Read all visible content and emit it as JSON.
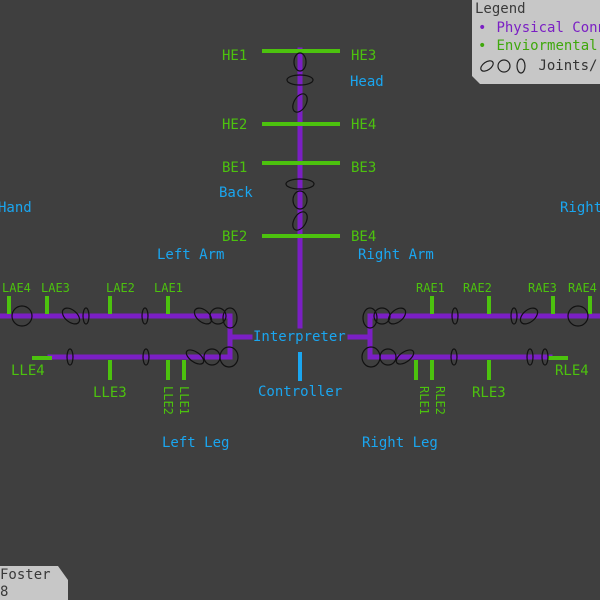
{
  "legend": {
    "title": "Legend",
    "physical": "Physical Conn",
    "environmental": "Enviormental",
    "joints": "Joints/",
    "bullet": "•",
    "colors": {
      "physical": "#7b1fc4",
      "environmental": "#4cc20e",
      "joints": "#1a1a1a"
    }
  },
  "footer": {
    "line1": "Foster",
    "line2": "8"
  },
  "groups": {
    "head": "Head",
    "back": "Back",
    "left_arm": "Left Arm",
    "right_arm": "Right Arm",
    "left_leg": "Left Leg",
    "right_leg": "Right Leg",
    "left_hand": "Hand",
    "right_hand": "Right",
    "interpreter": "Interpreter",
    "controller": "Controller"
  },
  "sensors": {
    "he1": "HE1",
    "he3": "HE3",
    "he2": "HE2",
    "he4": "HE4",
    "be1": "BE1",
    "be3": "BE3",
    "be2": "BE2",
    "be4": "BE4",
    "lae1": "LAE1",
    "lae2": "LAE2",
    "lae3": "LAE3",
    "lae4": "LAE4",
    "rae1": "RAE1",
    "rae2": "RAE2",
    "rae3": "RAE3",
    "rae4": "RAE4",
    "lle1": "LLE1",
    "lle2": "LLE2",
    "lle3": "LLE3",
    "lle4": "LLE4",
    "rle1": "RLE1",
    "rle2": "RLE2",
    "rle3": "RLE3",
    "rle4": "RLE4"
  }
}
